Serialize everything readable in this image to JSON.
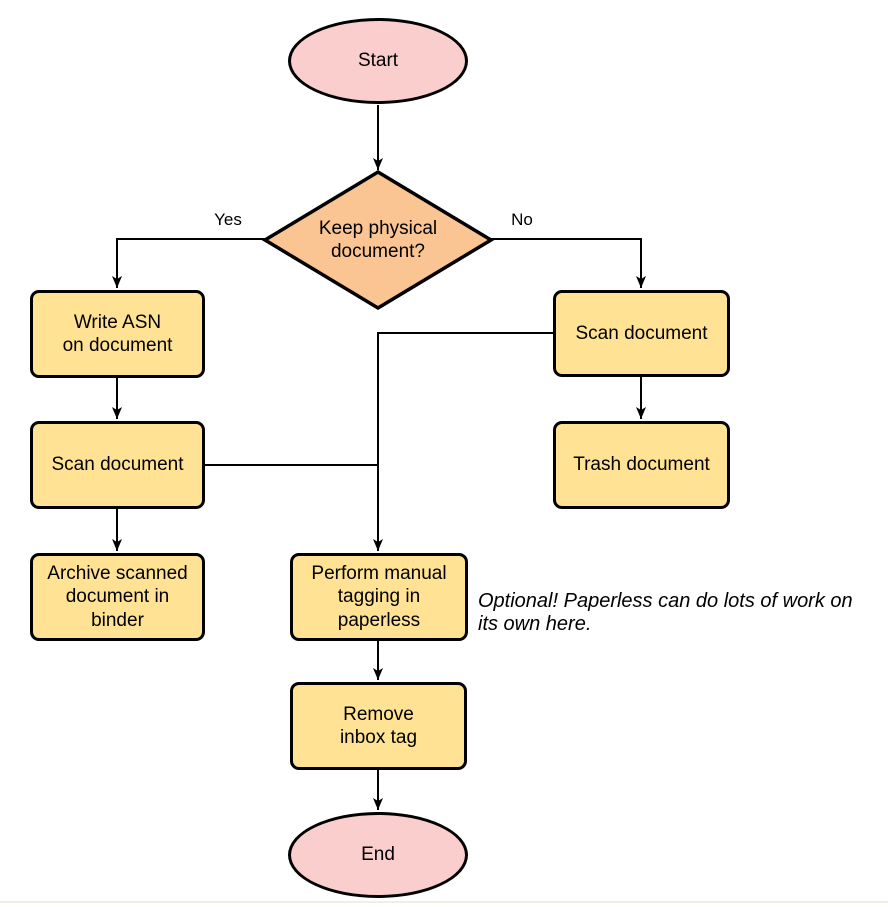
{
  "diagram": {
    "type": "flowchart",
    "nodes": {
      "start": {
        "shape": "terminator",
        "label": "Start"
      },
      "decision": {
        "shape": "decision",
        "label": "Keep physical\ndocument?"
      },
      "write_asn": {
        "shape": "process",
        "label": "Write ASN\non document"
      },
      "scan_left": {
        "shape": "process",
        "label": "Scan document"
      },
      "archive": {
        "shape": "process",
        "label": "Archive scanned\ndocument in\nbinder"
      },
      "scan_right": {
        "shape": "process",
        "label": "Scan document"
      },
      "trash": {
        "shape": "process",
        "label": "Trash document"
      },
      "tagging": {
        "shape": "process",
        "label": "Perform manual\ntagging in\npaperless"
      },
      "remove_inbox": {
        "shape": "process",
        "label": "Remove\ninbox tag"
      },
      "end": {
        "shape": "terminator",
        "label": "End"
      }
    },
    "edge_labels": {
      "yes": "Yes",
      "no": "No"
    },
    "edges": [
      {
        "from": "start",
        "to": "decision"
      },
      {
        "from": "decision",
        "to": "write_asn",
        "label": "Yes"
      },
      {
        "from": "decision",
        "to": "scan_right",
        "label": "No"
      },
      {
        "from": "write_asn",
        "to": "scan_left"
      },
      {
        "from": "scan_left",
        "to": "archive"
      },
      {
        "from": "scan_right",
        "to": "trash"
      },
      {
        "from": "scan_right",
        "to": "tagging"
      },
      {
        "from": "scan_left",
        "to": "tagging"
      },
      {
        "from": "tagging",
        "to": "remove_inbox"
      },
      {
        "from": "remove_inbox",
        "to": "end"
      }
    ],
    "annotation": "Optional! Paperless can do lots of work on\nits own here.",
    "colors": {
      "terminator_fill": "#F9CECD",
      "decision_fill": "#FAC592",
      "process_fill": "#FFE294",
      "stroke": "#000000"
    }
  }
}
